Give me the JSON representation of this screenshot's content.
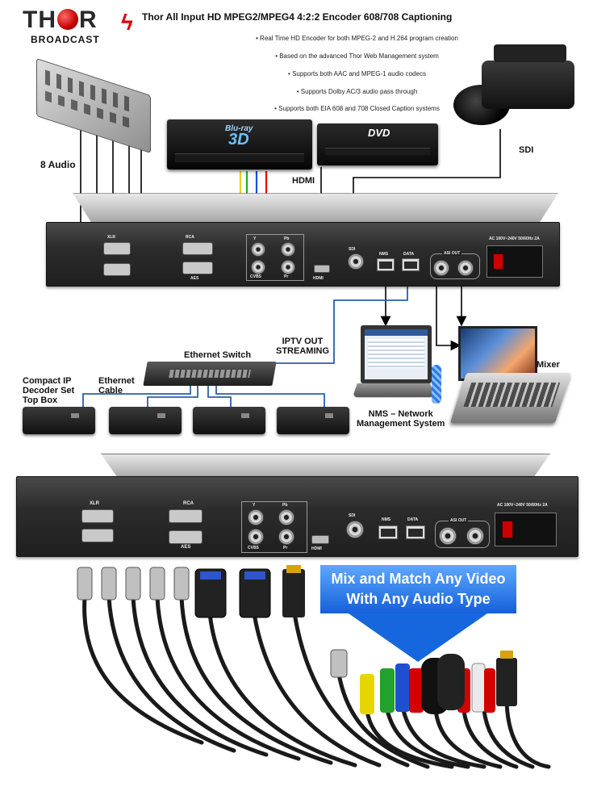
{
  "header": {
    "brand_top": "THOR",
    "brand_bottom": "BROADCAST",
    "title": "Thor All Input HD MPEG2/MPEG4 4:2:2 Encoder 608/708 Captioning"
  },
  "bullets": [
    "• Real Time HD Encoder for both MPEG-2 and H.264 program creation",
    "• Based on the advanced Thor Web Management system",
    "• Supports both AAC and MPEG-1 audio codecs",
    "• Supports Dolby AC/3 audio pass through",
    "• Supports both EIA 608 and 708 Closed Caption systems"
  ],
  "labels": {
    "audio": "8 Audio",
    "hdmi": "HDMI",
    "sdi": "SDI",
    "iptv": "IPTV OUT\nSTREAMING",
    "switch": "Ethernet Switch",
    "decoder": "Compact IP\nDecoder Set\nTop Box",
    "ethernet": "Ethernet\nCable",
    "nms": "NMS – Network\nManagement System",
    "mixer": "Mixer"
  },
  "devices": {
    "bluray_brand": "Blu-ray",
    "bluray_3d": "3D",
    "dvd": "DVD"
  },
  "panel": {
    "xlr": "XLR",
    "rca": "RCA",
    "aes": "AES",
    "y": "Y",
    "pb": "Pb",
    "pr": "Pr",
    "cvbs": "CVBS",
    "hdmi": "HDMI",
    "sdi": "SDI",
    "nms": "NMS",
    "data": "DATA",
    "asi_out": "ASI OUT",
    "power": "AC 100V~240V 50/60Hz 2A"
  },
  "banner": {
    "line1": "Mix and Match Any Video",
    "line2": "With Any Audio Type"
  }
}
